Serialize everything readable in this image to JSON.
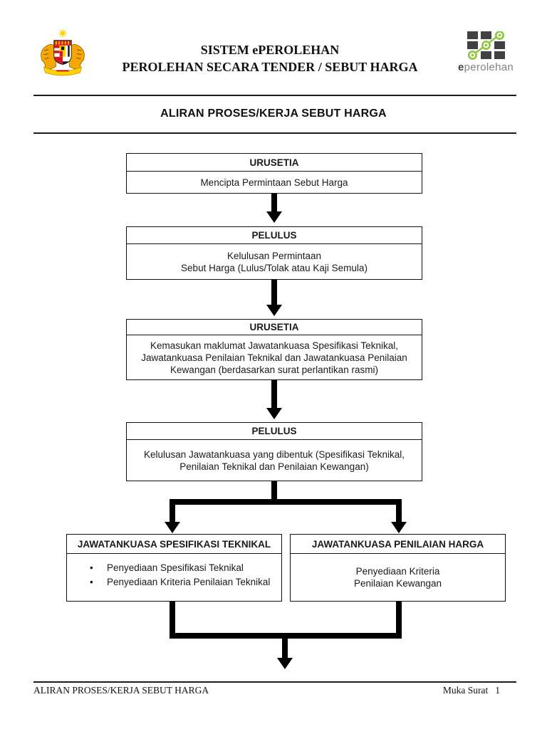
{
  "doc": {
    "title_line1": "SISTEM ePEROLEHAN",
    "title_line2": "PEROLEHAN SECARA TENDER / SEBUT HARGA",
    "section_title": "ALIRAN PROSES/KERJA SEBUT HARGA"
  },
  "logo": {
    "text_bold": "e",
    "text_rest": "perolehan"
  },
  "flow": {
    "boxes": [
      {
        "header": "URUSETIA",
        "lines": [
          "Mencipta Permintaan Sebut Harga"
        ]
      },
      {
        "header": "PELULUS",
        "lines": [
          "Kelulusan Permintaan",
          "Sebut Harga (Lulus/Tolak atau Kaji Semula)"
        ]
      },
      {
        "header": "URUSETIA",
        "lines": [
          "Kemasukan maklumat Jawatankuasa Spesifikasi Teknikal,",
          "Jawatankuasa Penilaian Teknikal dan Jawatankuasa Penilaian",
          "Kewangan (berdasarkan surat perlantikan rasmi)"
        ]
      },
      {
        "header": "PELULUS",
        "lines": [
          "Kelulusan Jawatankuasa yang dibentuk (Spesifikasi Teknikal,",
          "Penilaian Teknikal dan Penilaian Kewangan)"
        ]
      }
    ],
    "branch_left": {
      "header": "JAWATANKUASA SPESIFIKASI TEKNIKAL",
      "bullets": [
        "Penyediaan Spesifikasi Teknikal",
        "Penyediaan Kriteria Penilaian Teknikal"
      ]
    },
    "branch_right": {
      "header": "JAWATANKUASA PENILAIAN HARGA",
      "lines": [
        "Penyediaan Kriteria",
        "Penilaian Kewangan"
      ]
    }
  },
  "footer": {
    "left_text": "ALIRAN PROSES/KERJA SEBUT HARGA",
    "page_label": "Muka Surat",
    "page_number": "1"
  },
  "colors": {
    "logo_green": "#8dc63f",
    "logo_dark": "#414042",
    "ink": "#1a1a1a"
  }
}
